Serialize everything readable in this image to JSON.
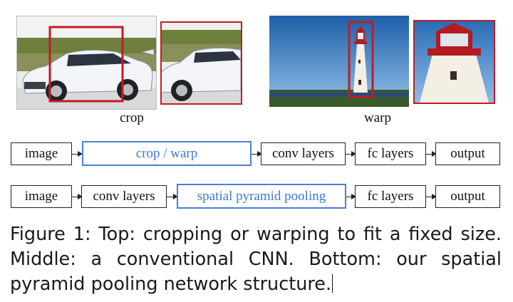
{
  "top": {
    "crop_label": "crop",
    "warp_label": "warp"
  },
  "pipelines": {
    "conventional": [
      "image",
      "crop / warp",
      "conv layers",
      "fc layers",
      "output"
    ],
    "spp": [
      "image",
      "conv layers",
      "spatial pyramid pooling",
      "fc layers",
      "output"
    ]
  },
  "caption": "Figure 1: Top: cropping or warping to fit a fixed size. Middle: a conventional CNN. Bottom: our spatial pyramid pooling network structure.",
  "colors": {
    "highlight_blue": "#4a7fd4",
    "crop_frame_red": "#c01d24"
  },
  "icons": [
    "car-photo",
    "cropped-car-photo",
    "lighthouse-photo",
    "warped-lighthouse-photo"
  ]
}
